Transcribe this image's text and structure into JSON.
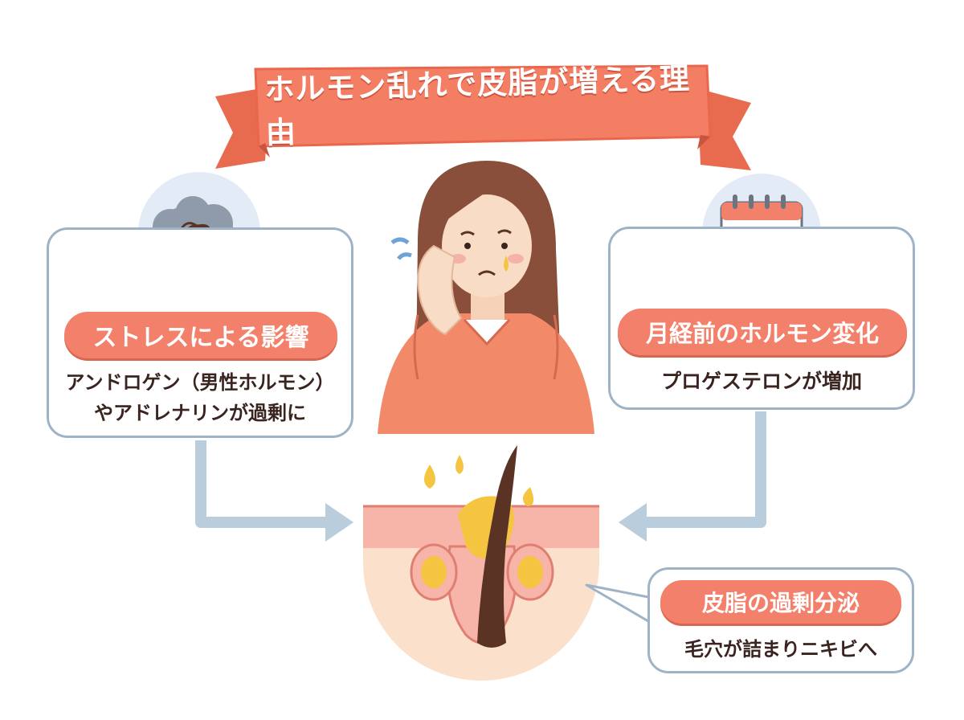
{
  "title": "ホルモン乱れで皮脂が増える理由",
  "left_card": {
    "label": "ストレスによる影響",
    "line1": "アンドロゲン（男性ホルモン）",
    "line2": "やアドレナリンが過剰に",
    "icon": "tangled-thought-cloud-icon"
  },
  "right_card": {
    "label": "月経前のホルモン変化",
    "line1": "プロゲステロンが増加",
    "icon": "calendar-moon-icon"
  },
  "bottom_card": {
    "label": "皮脂の過剰分泌",
    "line1": "毛穴が詰まりニキビへ"
  },
  "colors": {
    "accent": "#f3806a",
    "ribbon": "#f47e63",
    "card_border": "#9fb3c6",
    "text_dark": "#3a2420",
    "arrow": "#b9cddd"
  }
}
